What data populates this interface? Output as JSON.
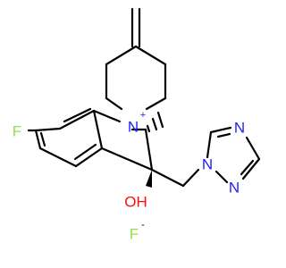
{
  "molecule": {
    "atoms": {
      "fluorine_ring": {
        "symbol": "F",
        "color": "#90e050"
      },
      "nitrogen_cation": {
        "symbol": "N",
        "charge": "+",
        "color": "#2020ff"
      },
      "hydroxyl": {
        "symbol": "OH",
        "color": "#ff0d0d"
      },
      "triazole_n1": {
        "symbol": "N",
        "color": "#2020ff"
      },
      "triazole_n2": {
        "symbol": "N",
        "color": "#2020ff"
      },
      "triazole_n4": {
        "symbol": "N",
        "color": "#2020ff"
      },
      "fluoride_ion": {
        "symbol": "F",
        "charge": "-",
        "color": "#90e050"
      }
    },
    "bond_color": "#000000"
  }
}
